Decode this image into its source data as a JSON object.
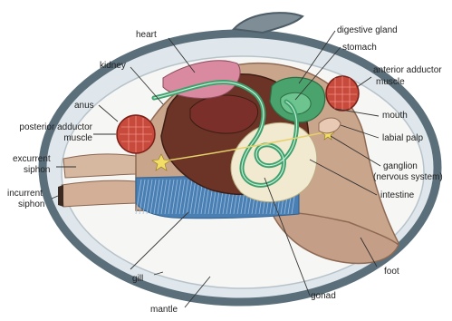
{
  "diagram": {
    "labels": {
      "heart": "heart",
      "kidney": "kidney",
      "anus": "anus",
      "posterior_adductor_muscle_l1": "posterior adductor",
      "posterior_adductor_muscle_l2": "muscle",
      "excurrent_siphon_l1": "excurrent",
      "excurrent_siphon_l2": "siphon",
      "incurrent_siphon_l1": "incurrent",
      "incurrent_siphon_l2": "siphon",
      "gill": "gill",
      "mantle": "mantle",
      "gonad": "gonad",
      "foot": "foot",
      "intestine": "intestine",
      "ganglion_l1": "ganglion",
      "ganglion_l2": "(nervous system)",
      "labial_palp": "labial palp",
      "mouth": "mouth",
      "anterior_adductor_muscle_l1": "anterior adductor",
      "anterior_adductor_muscle_l2": "muscle",
      "stomach": "stomach",
      "digestive_gland": "digestive gland"
    },
    "colors": {
      "shell": "#5b6f7b",
      "shell_inner": "#dfe7ec",
      "mantle_fill": "#f6f6f4",
      "body": "#c9a58c",
      "viscera": "#6b3426",
      "heart": "#d98aa1",
      "digestive": "#4aa36c",
      "intestine": "#3ea06d",
      "gonad": "#f1ead0",
      "muscle": "#c84a3c",
      "gill": "#4a7fb4",
      "leader": "#333333"
    }
  }
}
